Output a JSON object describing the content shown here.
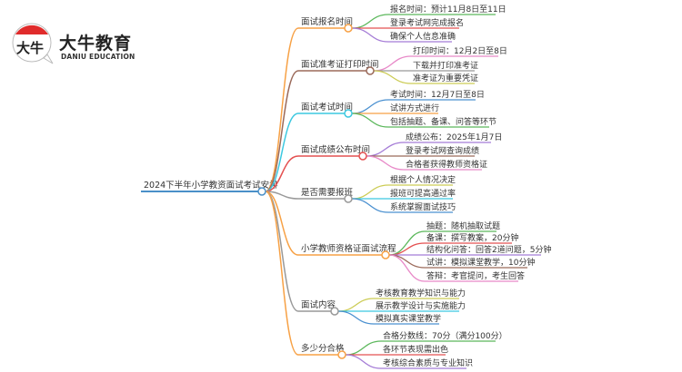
{
  "logo": {
    "name_cn": "大牛教育",
    "name_en": "DANIU EDUCATION",
    "mark_text": "大牛"
  },
  "root": {
    "label": "2024下半年小学教资面试考试安排",
    "color": "#4a90c8"
  },
  "branches": [
    {
      "label": "面试报名时间",
      "color": "#f7a145",
      "children": [
        {
          "label": "报名时间：预计11月8日至11日",
          "color": "#5cb85c"
        },
        {
          "label": "登录考试网完成报名",
          "color": "#e45050"
        },
        {
          "label": "确保个人信息准确",
          "color": "#a57cd6"
        }
      ]
    },
    {
      "label": "面试准考证打印时间",
      "color": "#9b6a5a",
      "children": [
        {
          "label": "打印时间：12月2日至8日",
          "color": "#e889c8"
        },
        {
          "label": "下载并打印准考证",
          "color": "#999999"
        },
        {
          "label": "准考证为重要凭证",
          "color": "#cccc55"
        }
      ]
    },
    {
      "label": "面试考试时间",
      "color": "#3cc8e0",
      "children": [
        {
          "label": "考试时间：12月7日至8日",
          "color": "#4a90d0"
        },
        {
          "label": "试讲方式进行",
          "color": "#f7a145"
        },
        {
          "label": "包括抽题、备课、问答等环节",
          "color": "#5cb85c"
        }
      ]
    },
    {
      "label": "面试成绩公布时间",
      "color": "#e45050",
      "children": [
        {
          "label": "成绩公布：2025年1月7日",
          "color": "#a57cd6"
        },
        {
          "label": "登录考试网查询成绩",
          "color": "#9b6a5a"
        },
        {
          "label": "合格者获得教师资格证",
          "color": "#e889c8"
        }
      ]
    },
    {
      "label": "是否需要报班",
      "color": "#999999",
      "children": [
        {
          "label": "根据个人情况决定",
          "color": "#cccc55"
        },
        {
          "label": "报班可提高通过率",
          "color": "#3cc8e0"
        },
        {
          "label": "系统掌握面试技巧",
          "color": "#4a90d0"
        }
      ]
    },
    {
      "label": "小学教师资格证面试流程",
      "color": "#f7a145",
      "children": [
        {
          "label": "抽题：随机抽取试题",
          "color": "#5cb85c"
        },
        {
          "label": "备课：撰写教案，20分钟",
          "color": "#e45050"
        },
        {
          "label": "结构化问答：回答2道问题，5分钟",
          "color": "#a57cd6"
        },
        {
          "label": "试讲：模拟课堂教学，10分钟",
          "color": "#9b6a5a"
        },
        {
          "label": "答辩：考官提问，考生回答",
          "color": "#e889c8"
        }
      ]
    },
    {
      "label": "面试内容",
      "color": "#999999",
      "children": [
        {
          "label": "考核教育教学知识与能力",
          "color": "#cccc55"
        },
        {
          "label": "展示教学设计与实施能力",
          "color": "#3cc8e0"
        },
        {
          "label": "模拟真实课堂教学",
          "color": "#4a90d0"
        }
      ]
    },
    {
      "label": "多少分合格",
      "color": "#f7a145",
      "children": [
        {
          "label": "合格分数线：70分（满分100分）",
          "color": "#5cb85c"
        },
        {
          "label": "各环节表现需出色",
          "color": "#e45050"
        },
        {
          "label": "考核综合素质与专业知识",
          "color": "#a57cd6"
        }
      ]
    }
  ]
}
